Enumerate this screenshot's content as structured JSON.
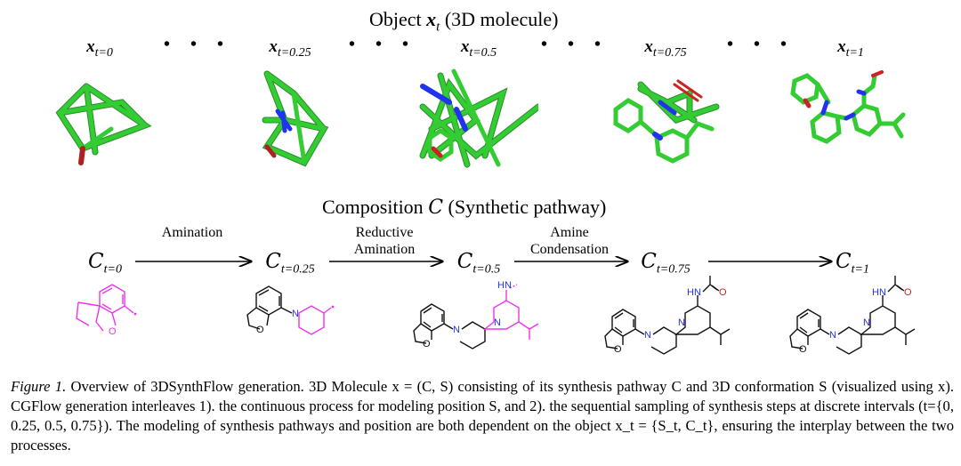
{
  "object_title": {
    "prefix": "Object",
    "var": "x",
    "sub": "t",
    "suffix": "(3D molecule)"
  },
  "stages": [
    {
      "var": "x",
      "sub": "t=0"
    },
    {
      "var": "x",
      "sub": "t=0.25"
    },
    {
      "var": "x",
      "sub": "t=0.5"
    },
    {
      "var": "x",
      "sub": "t=0.75"
    },
    {
      "var": "x",
      "sub": "t=1"
    }
  ],
  "ellipsis": "• • •",
  "composition_title": {
    "prefix": "Composition",
    "var": "C",
    "suffix": "(Synthetic pathway)"
  },
  "compositions": [
    {
      "var": "C",
      "sub": "t=0"
    },
    {
      "var": "C",
      "sub": "t=0.25"
    },
    {
      "var": "C",
      "sub": "t=0.5"
    },
    {
      "var": "C",
      "sub": "t=0.75"
    },
    {
      "var": "C",
      "sub": "t=1"
    }
  ],
  "reactions": [
    {
      "line1": "",
      "line2": "Amination"
    },
    {
      "line1": "Reductive",
      "line2": "Amination"
    },
    {
      "line1": "Amine",
      "line2": "Condensation"
    },
    {
      "line1": "",
      "line2": ""
    }
  ],
  "atom_labels": {
    "oxygen": "O",
    "nitrogen": "N",
    "amide_nh": "HN"
  },
  "caption": {
    "lead": "Figure 1.",
    "text": "Overview of 3DSynthFlow generation. 3D Molecule x = (C, S) consisting of its synthesis pathway C and 3D conformation S (visualized using x). CGFlow generation interleaves 1). the continuous process for modeling position S, and 2). the sequential sampling of synthesis steps at discrete intervals (t={0, 0.25, 0.5, 0.75}). The modeling of synthesis pathways and position are both dependent on the object x_t = {S_t, C_t}, ensuring the interplay between the two processes."
  },
  "colors": {
    "carbon": "#33cc33",
    "nitrogen": "#2233ee",
    "oxygen": "#cc2222",
    "fragment_new": "#ee33ee",
    "bond_2d": "#111111"
  }
}
